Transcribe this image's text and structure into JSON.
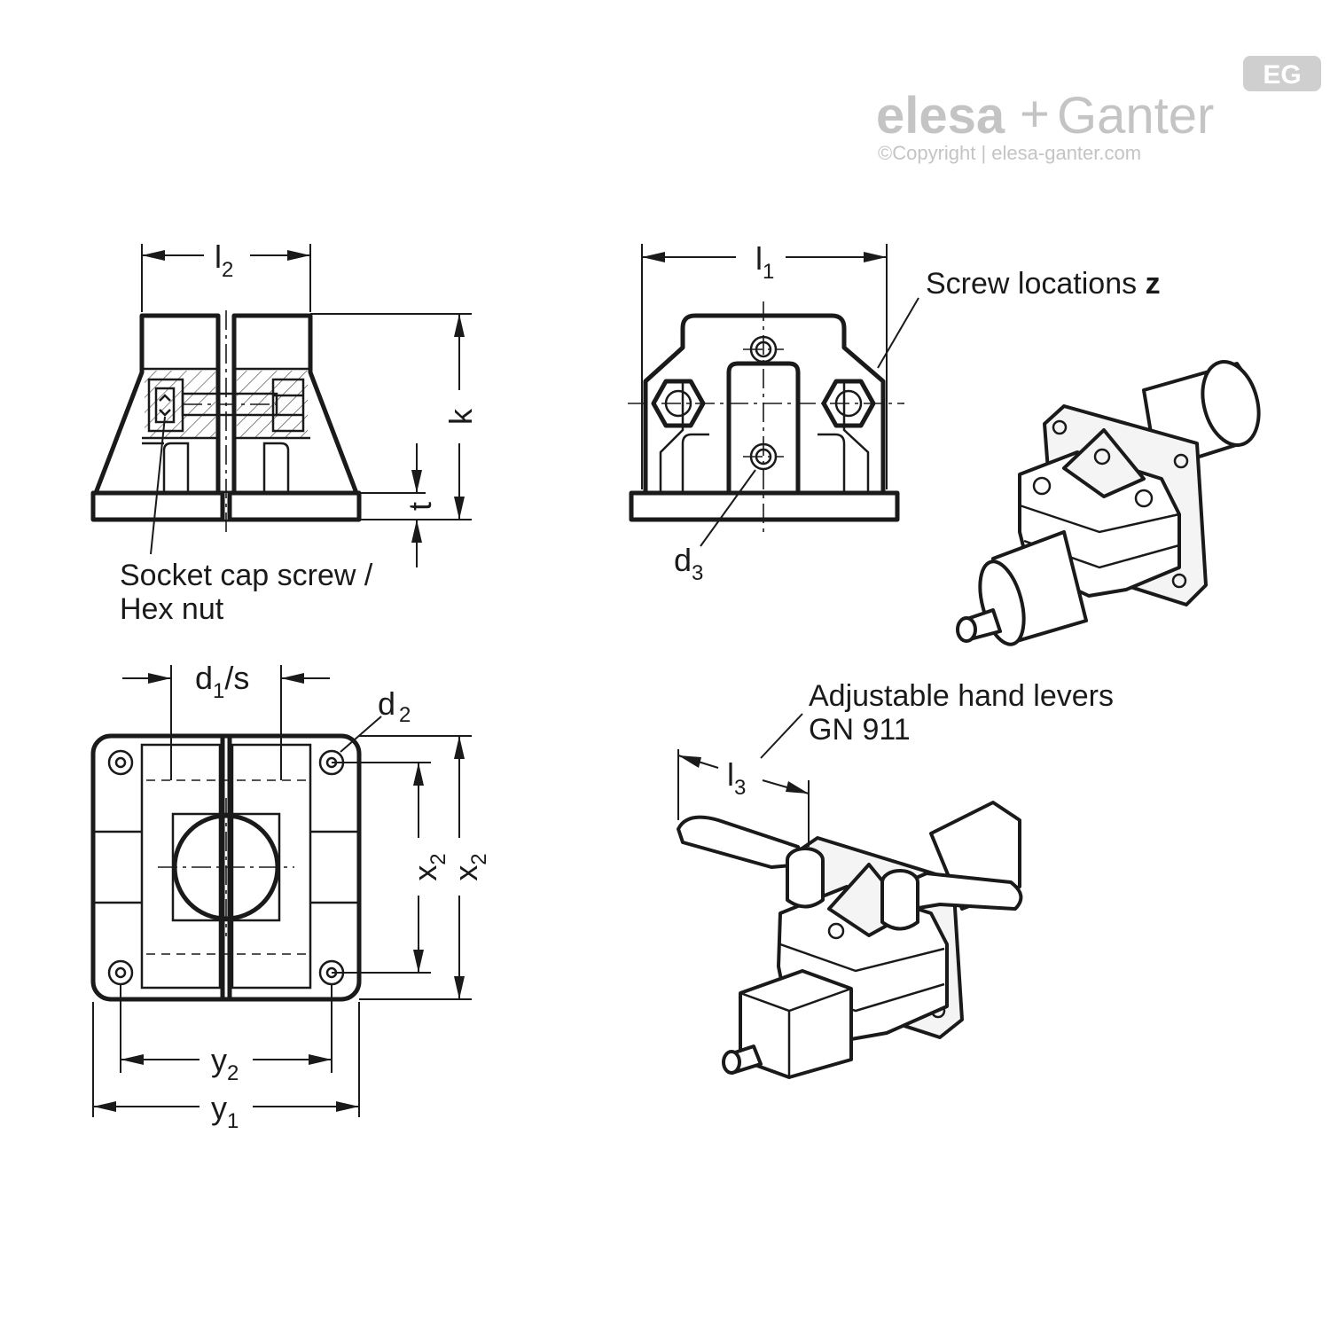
{
  "brand": {
    "badge": "EG",
    "name_part1": "elesa",
    "name_plus": "+",
    "name_part2": "Ganter",
    "copyright": "©Copyright | elesa-ganter.com"
  },
  "dimensions": {
    "l2": {
      "main": "l",
      "sub": "2"
    },
    "l1": {
      "main": "l",
      "sub": "1"
    },
    "l3": {
      "main": "l",
      "sub": "3"
    },
    "k": "k",
    "t": "t",
    "d3": {
      "main": "d",
      "sub": "3"
    },
    "d1s": {
      "main": "d",
      "sub": "1",
      "suffix": "/s"
    },
    "d2": {
      "main": "d",
      "sub": "2"
    },
    "x2_inner": {
      "main": "x",
      "sub": "2"
    },
    "x2_outer": {
      "main": "x",
      "sub": "2"
    },
    "y2": {
      "main": "y",
      "sub": "2"
    },
    "y1": {
      "main": "y",
      "sub": "1"
    }
  },
  "annotations": {
    "screw_locations": "Screw locations",
    "screw_locations_var": "z",
    "socket_line1": "Socket cap screw /",
    "socket_line2": "Hex nut",
    "levers_line1": "Adjustable hand levers",
    "levers_line2": "GN 911"
  }
}
